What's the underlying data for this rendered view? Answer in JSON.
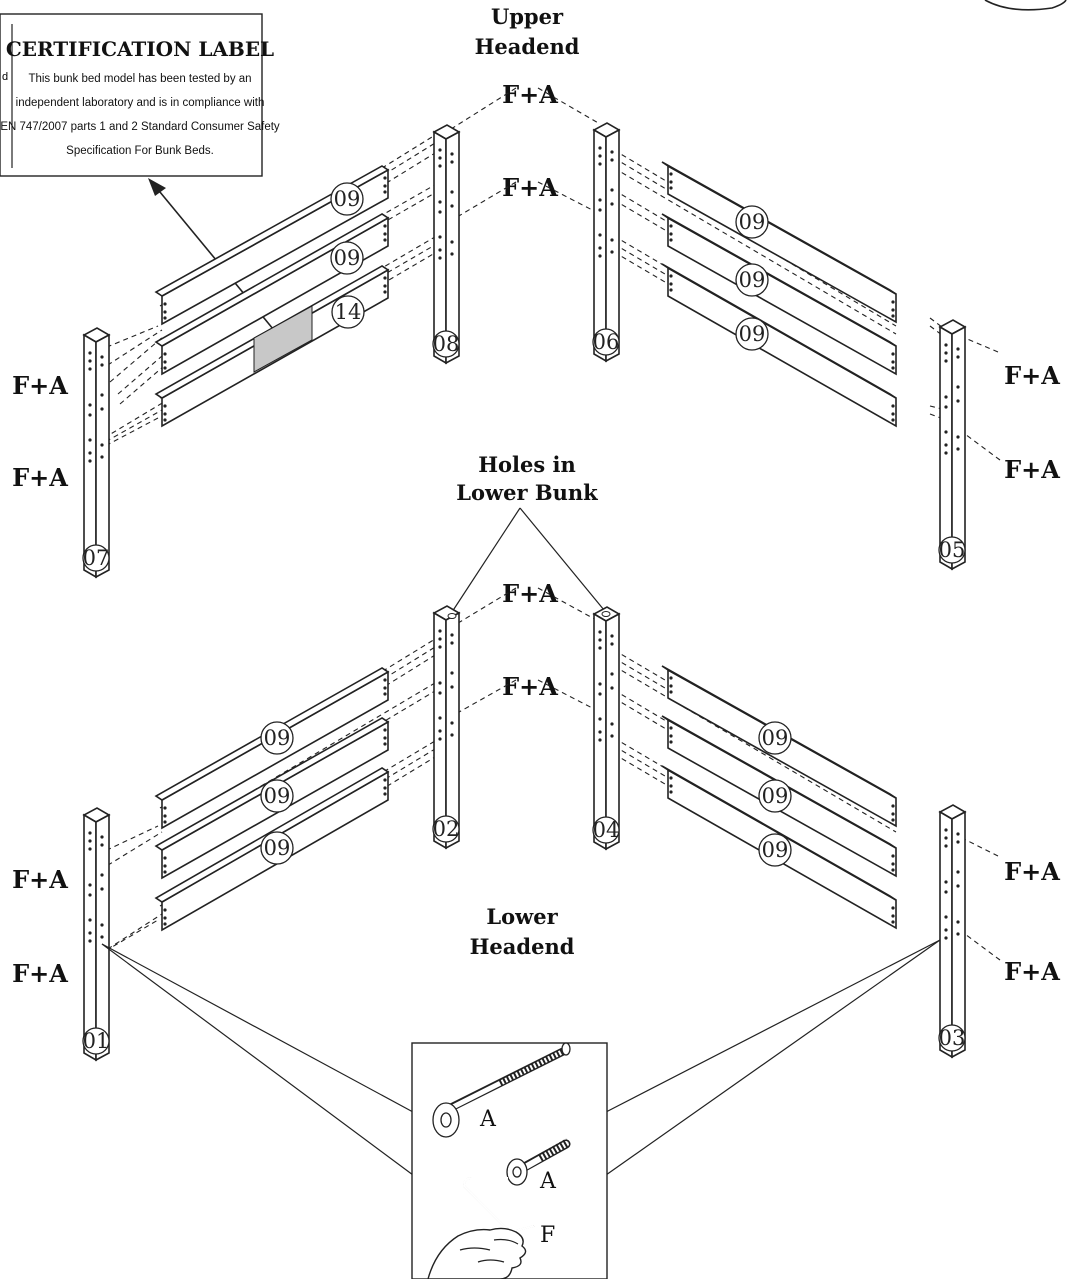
{
  "labels": {
    "upper_headend": [
      "Upper",
      "Headend"
    ],
    "lower_headend": [
      "Lower",
      "Headend"
    ],
    "holes_lower_bunk": [
      "Holes in",
      "Lower Bunk"
    ],
    "fastener": "F+A"
  },
  "certification": {
    "title": "CERTIFICATION LABEL",
    "lines": [
      "This bunk bed model has been tested by an",
      "independent laboratory and is in compliance with",
      "EN 747/2007 parts 1 and 2 Standard Consumer Safety",
      "Specification For Bunk Beds."
    ],
    "edge_fragment": "d"
  },
  "parts": {
    "upper_posts": [
      "07",
      "08",
      "06",
      "05"
    ],
    "lower_posts": [
      "01",
      "02",
      "04",
      "03"
    ],
    "upper_left_rails": [
      "09",
      "09",
      "14"
    ],
    "upper_right_rails": [
      "09",
      "09",
      "09"
    ],
    "lower_left_rails": [
      "09",
      "09",
      "09"
    ],
    "lower_right_rails": [
      "09",
      "09",
      "09"
    ]
  },
  "hardware": {
    "bolt_label": "A",
    "bolt2_label": "A",
    "key_label": "F"
  }
}
